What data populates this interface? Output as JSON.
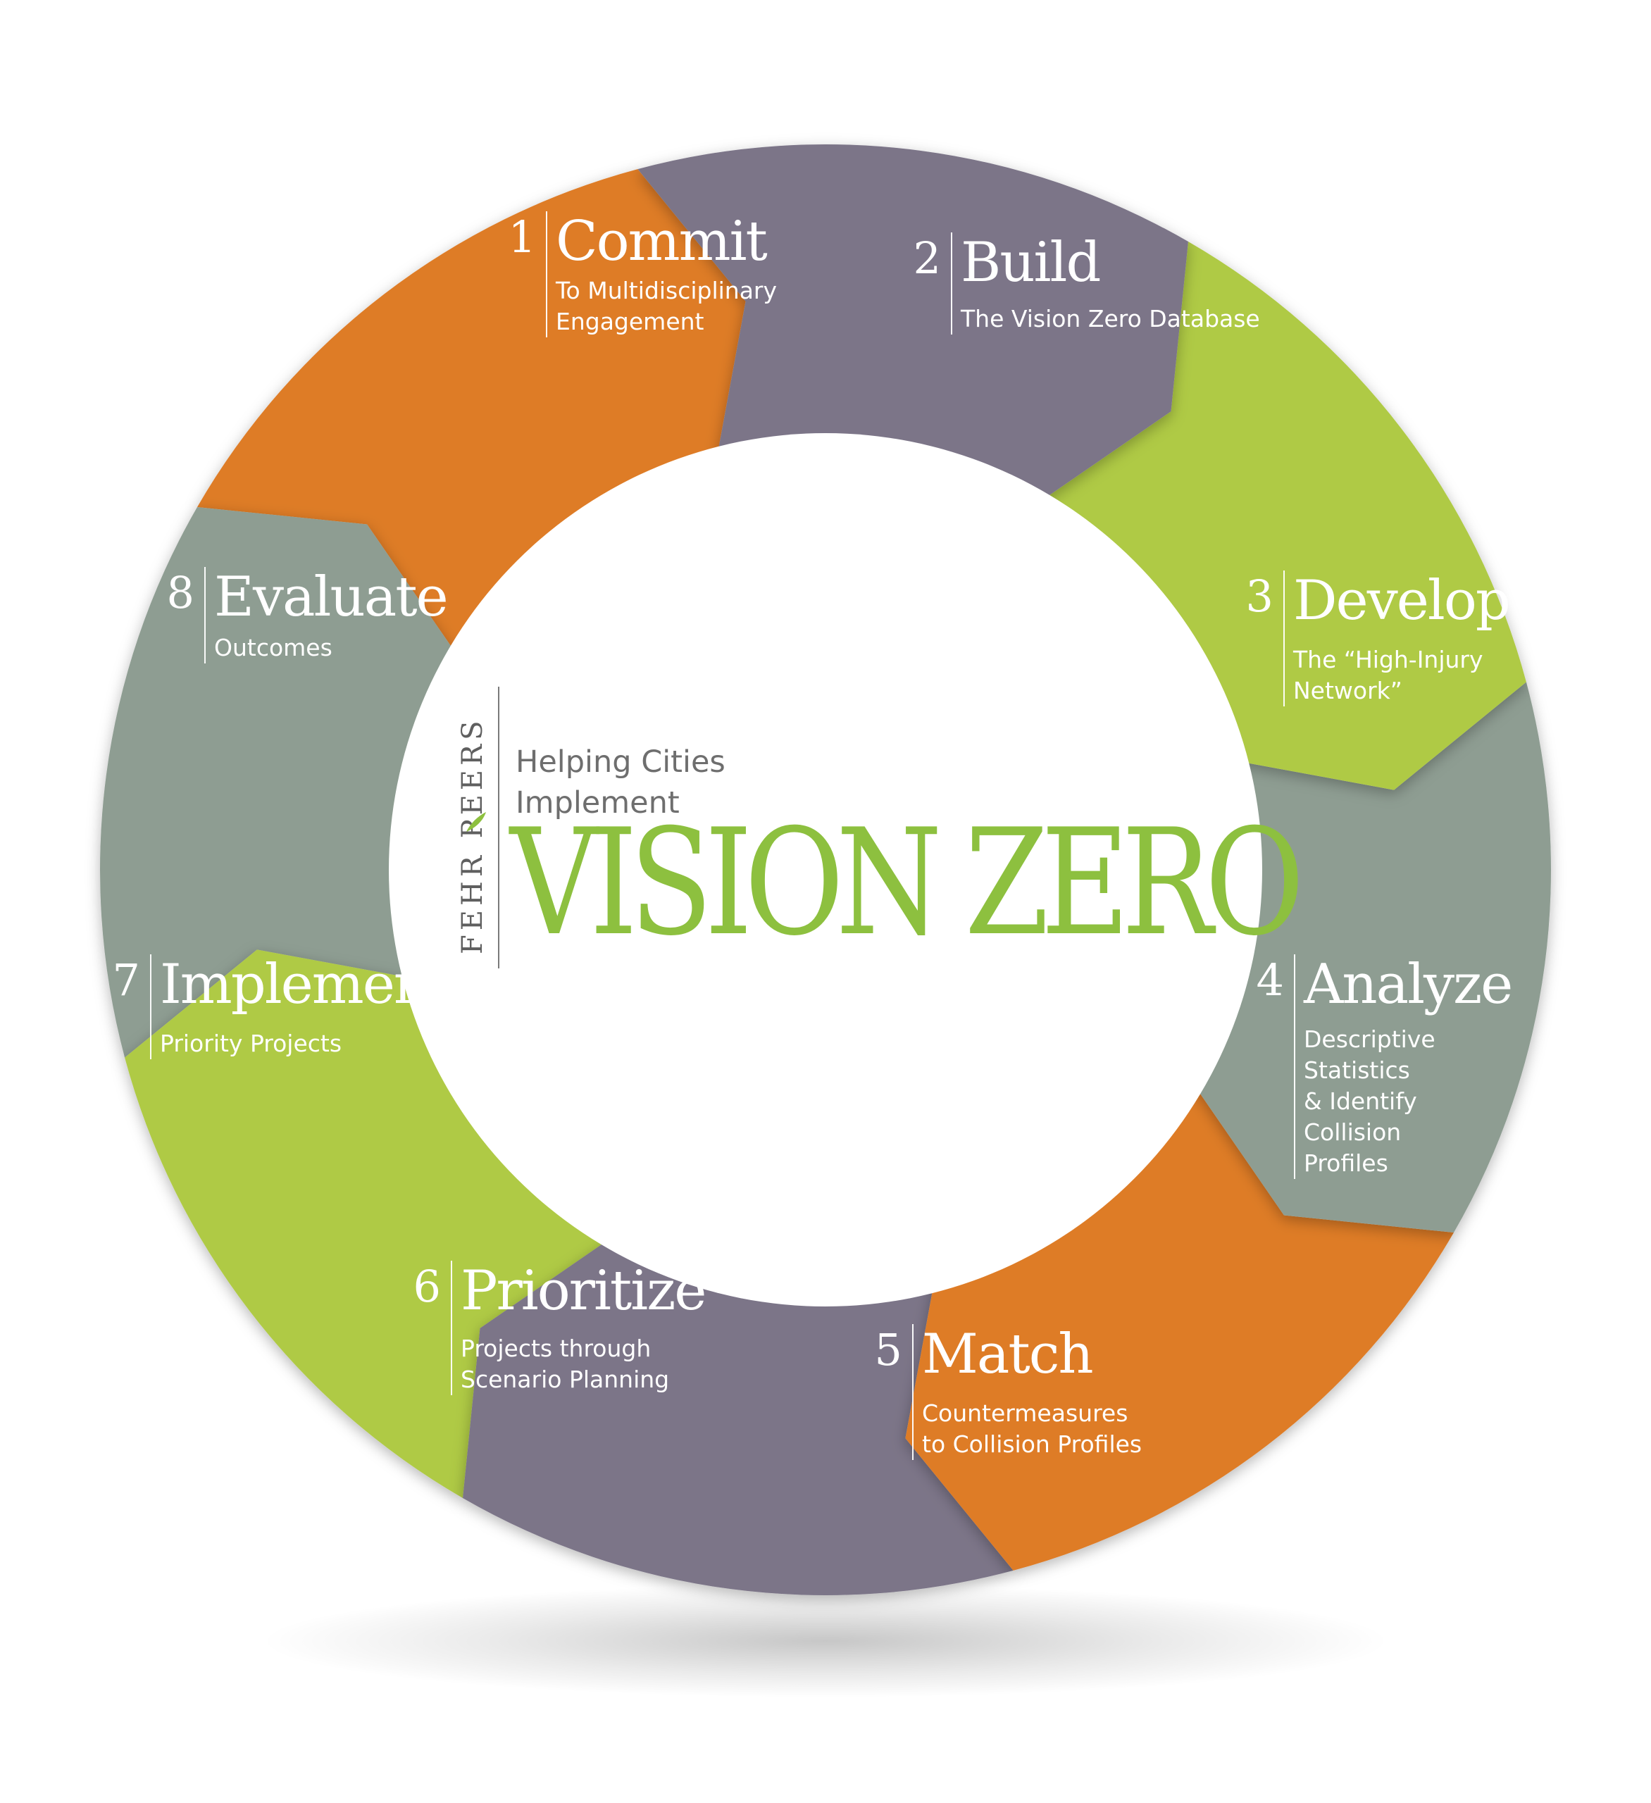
{
  "colors": {
    "purple": "#7b7488",
    "green": "#afca45",
    "gray": "#8e9d92",
    "orange": "#de7b26",
    "vision_zero_green": "#8dc03f"
  },
  "center": {
    "tagline_line1": "Helping Cities",
    "tagline_line2": "Implement",
    "title": "VISION ZERO",
    "brand": "FEHR PEERS"
  },
  "steps": [
    {
      "number": "1",
      "title": "Commit",
      "subtitle": [
        "To Multidisciplinary",
        "Engagement"
      ],
      "color": "#7b7488"
    },
    {
      "number": "2",
      "title": "Build",
      "subtitle": [
        "The Vision Zero Database"
      ],
      "color": "#afca45"
    },
    {
      "number": "3",
      "title": "Develop",
      "subtitle": [
        "The “High-Injury",
        "Network”"
      ],
      "color": "#8e9d92"
    },
    {
      "number": "4",
      "title": "Analyze",
      "subtitle": [
        "Descriptive",
        "Statistics",
        "& Identify",
        "Collision",
        "Profiles"
      ],
      "color": "#de7b26"
    },
    {
      "number": "5",
      "title": "Match",
      "subtitle": [
        "Countermeasures",
        "to Collision Profiles"
      ],
      "color": "#7b7488"
    },
    {
      "number": "6",
      "title": "Prioritize",
      "subtitle": [
        "Projects through",
        "Scenario Planning"
      ],
      "color": "#afca45"
    },
    {
      "number": "7",
      "title": "Implement",
      "subtitle": [
        "Priority Projects"
      ],
      "color": "#8e9d92"
    },
    {
      "number": "8",
      "title": "Evaluate",
      "subtitle": [
        "Outcomes"
      ],
      "color": "#de7b26"
    }
  ]
}
